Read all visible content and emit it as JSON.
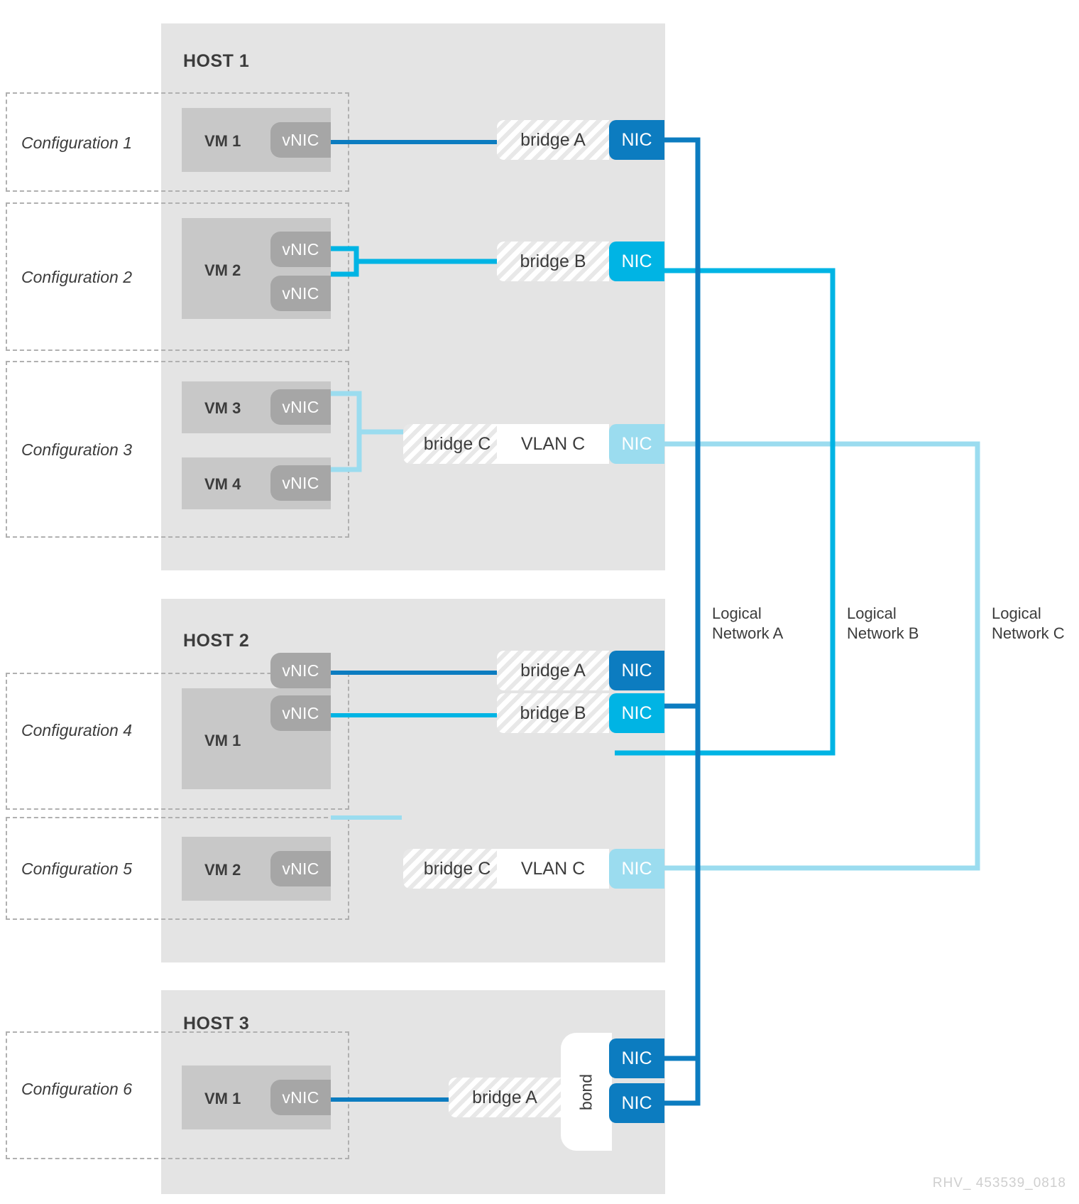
{
  "colors": {
    "network_a": "#0c7cc0",
    "network_b": "#00b4e4",
    "network_c": "#9bdcef",
    "host_panel": "#e4e4e4",
    "vm_block": "#c8c8c8",
    "vnic": "#a6a6a6",
    "text": "#3c3c3c",
    "dashed_border": "#b0b0b0"
  },
  "hosts": [
    {
      "id": "host-1",
      "title": "HOST 1"
    },
    {
      "id": "host-2",
      "title": "HOST 2"
    },
    {
      "id": "host-3",
      "title": "HOST 3"
    }
  ],
  "configurations": [
    {
      "id": "configuration-1",
      "label": "Configuration 1"
    },
    {
      "id": "configuration-2",
      "label": "Configuration 2"
    },
    {
      "id": "configuration-3",
      "label": "Configuration 3"
    },
    {
      "id": "configuration-4",
      "label": "Configuration 4"
    },
    {
      "id": "configuration-5",
      "label": "Configuration 5"
    },
    {
      "id": "configuration-6",
      "label": "Configuration 6"
    }
  ],
  "vms": {
    "h1_vm1": "VM 1",
    "h1_vm2": "VM 2",
    "h1_vm3": "VM 3",
    "h1_vm4": "VM 4",
    "h2_vm1": "VM 1",
    "h2_vm2": "VM 2",
    "h3_vm1": "VM 1"
  },
  "vnic_label": "vNIC",
  "nic_label": "NIC",
  "bond_label": "bond",
  "bridges": {
    "h1_bridge_a": "bridge A",
    "h1_bridge_b": "bridge B",
    "h1_bridge_c": "bridge C",
    "h2_bridge_a": "bridge A",
    "h2_bridge_b": "bridge B",
    "h2_bridge_c": "bridge C",
    "h3_bridge_a": "bridge A"
  },
  "vlans": {
    "h1_vlan_c": "VLAN C",
    "h2_vlan_c": "VLAN C"
  },
  "logical_networks": [
    {
      "id": "logical-network-a",
      "label": "Logical\nNetwork A",
      "color": "#0c7cc0"
    },
    {
      "id": "logical-network-b",
      "label": "Logical\nNetwork B",
      "color": "#00b4e4"
    },
    {
      "id": "logical-network-c",
      "label": "Logical\nNetwork C",
      "color": "#9bdcef"
    }
  ],
  "footer": "RHV_ 453539_0818",
  "chart_data": {
    "type": "diagram",
    "title": "Red Hat Virtualization host networking configurations",
    "nodes": [
      {
        "host": "HOST 1",
        "configuration": "Configuration 1",
        "vm": "VM 1",
        "vnics": 1,
        "bridge": "bridge A",
        "vlan": null,
        "nics": 1,
        "logical_network": "Logical Network A"
      },
      {
        "host": "HOST 1",
        "configuration": "Configuration 2",
        "vm": "VM 2",
        "vnics": 2,
        "bridge": "bridge B",
        "vlan": null,
        "nics": 1,
        "logical_network": "Logical Network B"
      },
      {
        "host": "HOST 1",
        "configuration": "Configuration 3",
        "vm": "VM 3, VM 4",
        "vnics": 2,
        "bridge": "bridge C",
        "vlan": "VLAN C",
        "nics": 1,
        "logical_network": "Logical Network C"
      },
      {
        "host": "HOST 2",
        "configuration": "Configuration 4",
        "vm": "VM 1",
        "vnics": 2,
        "bridge": "bridge A, bridge B",
        "vlan": null,
        "nics": 2,
        "logical_network": "Logical Network A, Logical Network B"
      },
      {
        "host": "HOST 2",
        "configuration": "Configuration 5",
        "vm": "VM 2",
        "vnics": 1,
        "bridge": "bridge C",
        "vlan": "VLAN C",
        "nics": 1,
        "logical_network": "Logical Network C"
      },
      {
        "host": "HOST 3",
        "configuration": "Configuration 6",
        "vm": "VM 1",
        "vnics": 1,
        "bridge": "bridge A",
        "vlan": null,
        "nics": 2,
        "bond": true,
        "logical_network": "Logical Network A"
      }
    ]
  }
}
